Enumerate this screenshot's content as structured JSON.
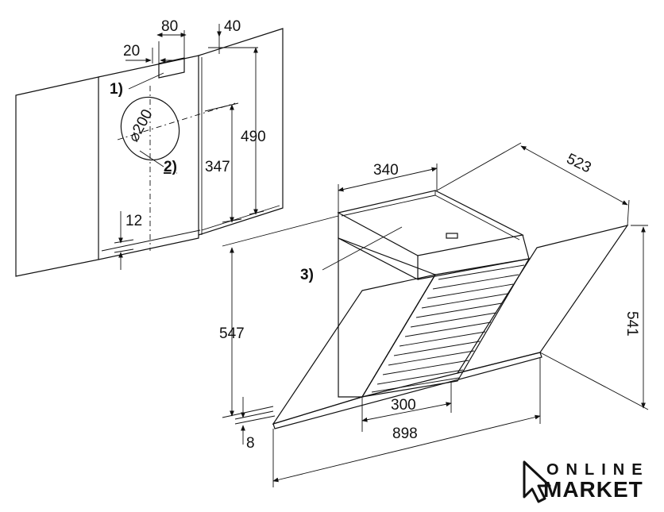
{
  "wall_plan": {
    "dims": {
      "offset": "20",
      "bracket_width": "80",
      "edge_gap": "40",
      "duct_diameter": "⌀200",
      "bracket_height": "490",
      "duct_height": "347",
      "bottom_gap": "12"
    },
    "callouts": {
      "bracket": "1)",
      "duct": "2)"
    }
  },
  "hood_view": {
    "dims": {
      "top_width": "340",
      "depth": "523",
      "height_front": "547",
      "height_side": "541",
      "grille_width": "300",
      "total_width": "898",
      "lip": "8"
    },
    "callouts": {
      "top_unit": "3)"
    }
  },
  "logo": {
    "line1": "ONLINE",
    "line2": "MARKET"
  }
}
